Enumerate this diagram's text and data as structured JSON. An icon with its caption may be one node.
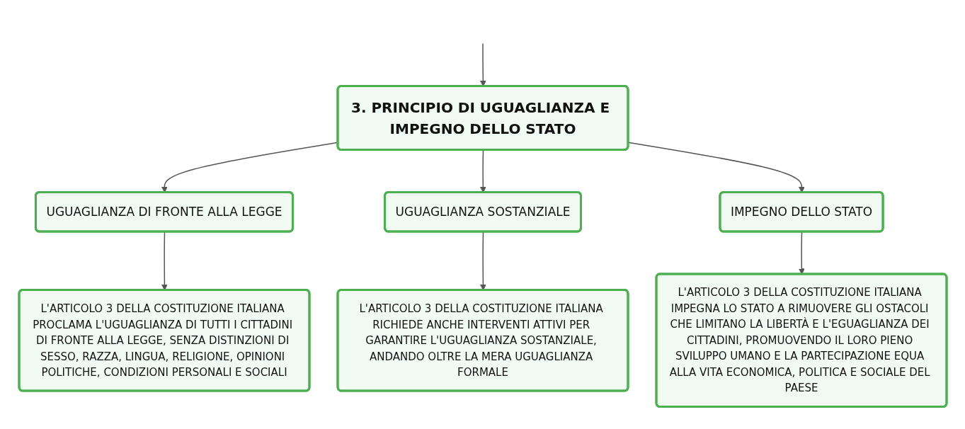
{
  "diagram": {
    "nodes": [
      {
        "text": [
          "3. PRINCIPIO DI UGUAGLIANZA E IMPEGNO DELLO STATO"
        ]
      },
      {
        "text": [
          "UGUAGLIANZA DI FRONTE ALLA LEGGE"
        ]
      },
      {
        "text": [
          "UGUAGLIANZA SOSTANZIALE"
        ]
      },
      {
        "text": [
          "IMPEGNO DELLO STATO"
        ]
      },
      {
        "text": [
          "L'ARTICOLO 3 DELLA COSTITUZIONE ITALIANA PROCLAMA L'UGUAGLIANZA DI TUTTI I CITTADINI DI FRONTE ALLA LEGGE, SENZA DISTINZIONI DI SESSO, RAZZA, LINGUA, RELIGIONE, OPINIONI POLITICHE, CONDIZIONI PERSONALI E SOCIALI"
        ]
      },
      {
        "text": [
          "L'ARTICOLO 3 DELLA COSTITUZIONE ITALIANA RICHIEDE ANCHE INTERVENTI ATTIVI PER GARANTIRE L'UGUAGLIANZA SOSTANZIALE, ANDANDO OLTRE LA MERA UGUAGLIANZA FORMALE"
        ]
      },
      {
        "text": [
          "L'ARTICOLO 3 DELLA COSTITUZIONE ITALIANA IMPEGNA LO STATO A RIMUOVERE GLI OSTACOLI CHE LIMITANO LA LIBERTÀ E L'EGUAGLIANZA DEI CITTADINI, PROMUOVENDO IL LORO PIENO SVILUPPO UMANO E LA PARTECIPAZIONE EQUA ALLA VITA ECONOMICA, POLITICA E SOCIALE DEL PAESE"
        ]
      }
    ],
    "edges": [
      {
        "from": null,
        "to": 0,
        "arrow": "to"
      },
      {
        "from": 0,
        "to": 1,
        "arrow": "to"
      },
      {
        "from": 0,
        "to": 2,
        "arrow": "to"
      },
      {
        "from": 0,
        "to": 3,
        "arrow": "to"
      },
      {
        "from": 1,
        "to": 4,
        "arrow": "to"
      },
      {
        "from": 2,
        "to": 5,
        "arrow": "to"
      },
      {
        "from": 3,
        "to": 6,
        "arrow": "to"
      }
    ]
  }
}
